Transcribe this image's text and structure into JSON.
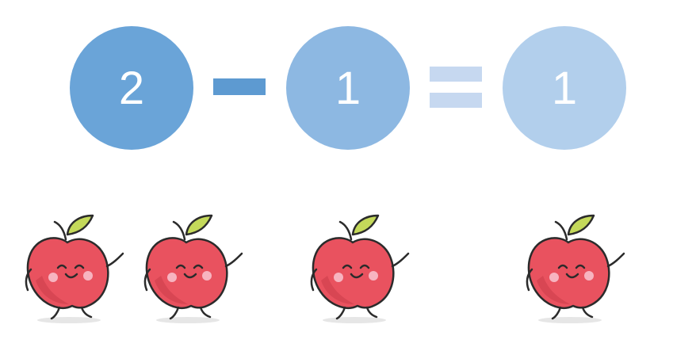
{
  "equation": {
    "operand_a": "2",
    "operand_b": "1",
    "result": "1",
    "operator": "minus",
    "relation": "equals"
  },
  "colors": {
    "circle_a": "#6aa4d8",
    "circle_b": "#8db8e2",
    "circle_c": "#b2cfec",
    "minus_sign": "#5d9ad1",
    "equals_sign": "#c6d8f0",
    "apple_red": "#e9525f",
    "apple_leaf": "#c4d95a",
    "apple_outline": "#2b2b2b"
  },
  "apples": {
    "count": 4
  }
}
